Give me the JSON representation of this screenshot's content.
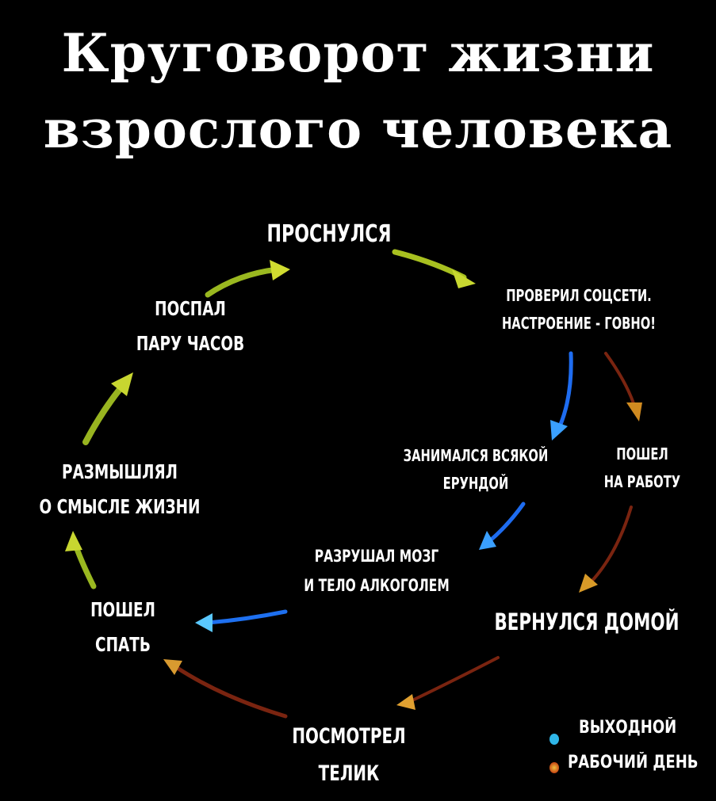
{
  "title": {
    "line1": "Круговорот жизни",
    "line2": "взрослого человека"
  },
  "nodes": {
    "woke_up": "ПРОСНУЛСЯ",
    "checked_social": [
      "ПРОВЕРИЛ СОЦСЕТИ.",
      "НАСТРОЕНИЕ - ГОВНО!"
    ],
    "slept_few_hours": [
      "ПОСПАЛ",
      "ПАРУ ЧАСОВ"
    ],
    "did_nonsense": [
      "ЗАНИМАЛСЯ ВСЯКОЙ",
      "ЕРУНДОЙ"
    ],
    "went_to_work": [
      "ПОШЕЛ",
      "НА РАБОТУ"
    ],
    "pondered": [
      "РАЗМЫШЛЯЛ",
      "О СМЫСЛЕ ЖИЗНИ"
    ],
    "destroyed_brain": [
      "РАЗРУШАЛ МОЗГ",
      "И ТЕЛО АЛКОГОЛЕМ"
    ],
    "went_to_sleep": [
      "ПОШЕЛ",
      "СПАТЬ"
    ],
    "returned_home": "ВЕРНУЛСЯ ДОМОЙ",
    "watched_tv": [
      "ПОСМОТРЕЛ",
      "ТЕЛИК"
    ]
  },
  "legend": {
    "weekend": "ВЫХОДНОЙ",
    "workday": "РАБОЧИЙ ДЕНЬ"
  },
  "colors": {
    "common_path": "#b8c820",
    "weekend_path": "#1e8cff",
    "workday_path": "#8a2a10",
    "workday_tip": "#e8a020",
    "weekend_dot": "#2fb6e8"
  }
}
